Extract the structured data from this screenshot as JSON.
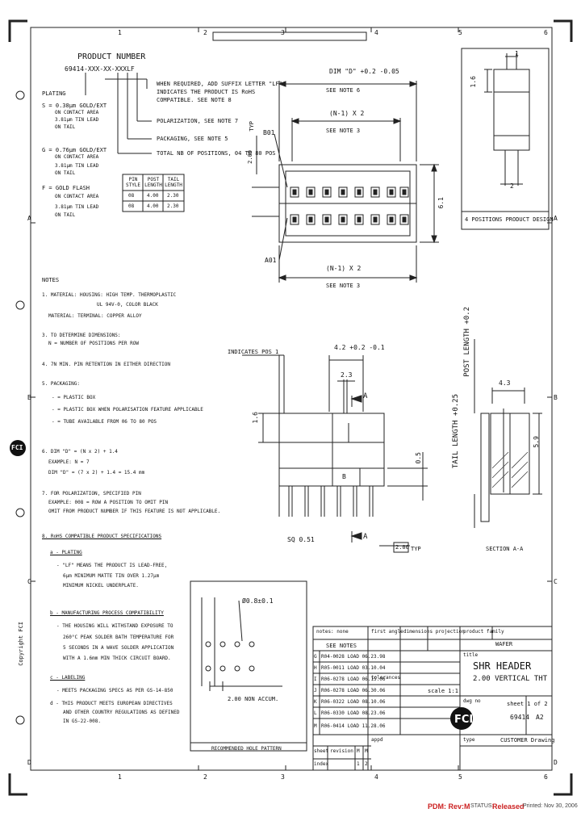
{
  "border": {
    "top_zones": [
      "1",
      "2",
      "3",
      "4",
      "5",
      "6"
    ],
    "bottom_zones": [
      "1",
      "2",
      "3",
      "4",
      "5",
      "6"
    ],
    "left_zones": [
      "A",
      "B",
      "C",
      "D"
    ],
    "right_zones": [
      "A",
      "B",
      "C",
      "D"
    ]
  },
  "product_number": {
    "heading": "PRODUCT NUMBER",
    "code": "69414-XXX-XX-XXXLF",
    "lf_note_1": "WHEN REQUIRED, ADD SUFFIX LETTER \"LF\"",
    "lf_note_2": "INDICATES THE PRODUCT IS RoHS",
    "lf_note_3": "COMPATIBLE. SEE NOTE 8",
    "polarization": "POLARIZATION, SEE NOTE 7",
    "packaging": "PACKAGING, SEE NOTE 5",
    "positions": "TOTAL NB OF POSITIONS, 04 TO 80 POS"
  },
  "plating": {
    "heading": "PLATING",
    "options": [
      {
        "code": "S = 0.38µm GOLD/EXT",
        "l2": "ON CONTACT AREA",
        "l3": "3.81µm TIN LEAD",
        "l4": "ON TAIL"
      },
      {
        "code": "G = 0.76µm GOLD/EXT",
        "l2": "ON CONTACT AREA",
        "l3": "3.81µm TIN LEAD",
        "l4": "ON TAIL"
      },
      {
        "code": "F = GOLD FLASH",
        "l2": "ON CONTACT AREA",
        "l3": "3.81µm TIN LEAD",
        "l4": "ON TAIL"
      }
    ]
  },
  "pin_table": {
    "headers": [
      "PIN STYLE",
      "POST LENGTH",
      "TAIL LENGTH"
    ],
    "rows": [
      [
        "08",
        "4.00",
        "2.30"
      ],
      [
        "08",
        "4.00",
        "2.30"
      ]
    ]
  },
  "notes": {
    "heading": "NOTES",
    "n1a": "1. MATERIAL: HOUSING: HIGH TEMP. THERMOPLASTIC",
    "n1b": "UL 94V-0, COLOR BLACK",
    "n1c": "MATERIAL: TERMINAL: COPPER ALLOY",
    "n3a": "3. TO DETERMINE DIMENSIONS:",
    "n3b": "N = NUMBER OF POSITIONS PER ROW",
    "n4": "4. 7N MIN. PIN RETENTION IN EITHER DIRECTION",
    "n5": "5. PACKAGING:",
    "n5a": "- = PLASTIC BOX",
    "n5b": "- = PLASTIC BOX WHEN POLARISATION FEATURE APPLICABLE",
    "n5c": "- = TUBE AVAILABLE FROM 06 TO 80 POS",
    "n6a": "6. DIM \"D\" = (N x 2) + 1.4",
    "n6b": "EXAMPLE: N = 7",
    "n6c": "DIM \"D\" = (7 x 2) + 1.4 = 15.4 mm",
    "n7a": "7. FOR POLARIZATION, SPECIFIED PIN",
    "n7b": "EXAMPLE: 008 = ROW A POSITION TO OMIT PIN",
    "n7c": "OMIT FROM PRODUCT NUMBER IF THIS FEATURE IS NOT APPLICABLE.",
    "n8": "8. RoHS COMPATIBLE PRODUCT SPECIFICATIONS",
    "a": "a - PLATING",
    "a1": "- \"LF\" MEANS THE PRODUCT IS LEAD-FREE,",
    "a2": "6µm MINIMUM MATTE TIN OVER 1.27µm",
    "a3": "MINIMUM NICKEL UNDERPLATE.",
    "b": "b - MANUFACTURING PROCESS COMPATIBILITY",
    "b1": "- THE HOUSING WILL WITHSTAND EXPOSURE TO",
    "b2": "260°C PEAK SOLDER BATH TEMPERATURE FOR",
    "b3": "5 SECONDS IN A WAVE SOLDER APPLICATION",
    "b4": "WITH A 1.6mm MIN THICK CIRCUIT BOARD.",
    "c": "c - LABELING",
    "c1": "- MEETS PACKAGING SPECS AS PER GS-14-850",
    "d1": "d - THIS PRODUCT MEETS EUROPEAN DIRECTIVES",
    "d2": "AND OTHER COUNTRY REGULATIONS AS DEFINED",
    "d3": "IN GS-22-008."
  },
  "top_view": {
    "dim_d": "DIM \"D\" +0.2 -0.05",
    "see_note_6": "SEE NOTE 6",
    "nx2": "(N-1) X 2",
    "see_note_3a": "SEE NOTE 3",
    "typ": "TYP",
    "b01": "B01",
    "two": "2.00",
    "a01": "A01",
    "nx2b": "(N-1) X 2",
    "see_note_3b": "SEE NOTE 3",
    "h61": "6.1"
  },
  "side_view": {
    "indicates": "INDICATES POS 1",
    "w42": "4.2 +0.2 -0.1",
    "w23": "2.3",
    "h16": "1.6",
    "a_label": "A",
    "b_label": "B",
    "h05": "0.5",
    "sq": "SQ 0.51",
    "pitch": "2.00",
    "typ": "TYP"
  },
  "four_pos": {
    "caption": "4 POSITIONS PRODUCT DESIGN",
    "dim1": "1",
    "dim16": "1.6",
    "dim2": "2"
  },
  "section": {
    "post": "POST LENGTH +0.2",
    "tail": "TAIL LENGTH +0.25",
    "w43": "4.3",
    "h59": "5.9",
    "caption": "SECTION A-A"
  },
  "hole_pattern": {
    "dia": "Ø0.8±0.1",
    "accum": "2.00 NON ACCUM.",
    "caption": "RECOMMENDED HOLE PATTERN"
  },
  "title_block": {
    "notes_label": "notes: none",
    "see_notes": "SEE NOTES",
    "first_angle": "first angle",
    "projection": "dimensions projection",
    "family": "product family",
    "family_val": "WAFER",
    "title_label": "title",
    "title1": "SHR HEADER",
    "title2": "2.00 VERTICAL THT",
    "tolerances": "tolerances",
    "scale": "scale 1:1",
    "dwg_no_label": "dwg no",
    "dwg_no": "69414",
    "size": "A2",
    "sheet": "sheet 1 of 2",
    "type_label": "type",
    "type_val": "CUSTOMER Drawing",
    "revisions": [
      {
        "rev": "G",
        "desc": "R04-0028 LOAD 06.23.98"
      },
      {
        "rev": "H",
        "desc": "R05-0011 LOAD 03.10.04"
      },
      {
        "rev": "I",
        "desc": "R06-0278 LOAD 06.15.06"
      },
      {
        "rev": "J",
        "desc": "R06-0278 LOAD 06.30.06"
      },
      {
        "rev": "K",
        "desc": "R06-0322 LOAD 08.10.06"
      },
      {
        "rev": "L",
        "desc": "R06-0330 LOAD 08.23.06"
      },
      {
        "rev": "M",
        "desc": "R06-0414 LOAD 11.28.06"
      }
    ],
    "sheet_label": "sheet",
    "revision_label": "revision",
    "index_label": "index",
    "appd": "appd",
    "sheet_nums": [
      "1",
      "2"
    ],
    "rev_nums": [
      "M",
      "M"
    ]
  },
  "copyright": "Copyright FCI",
  "fci_side": "FCI",
  "footer": {
    "pdm": "PDM: Rev:M",
    "sta": "STATUS:",
    "released": "Released",
    "printed": "Printed: Nov 30, 2006"
  }
}
